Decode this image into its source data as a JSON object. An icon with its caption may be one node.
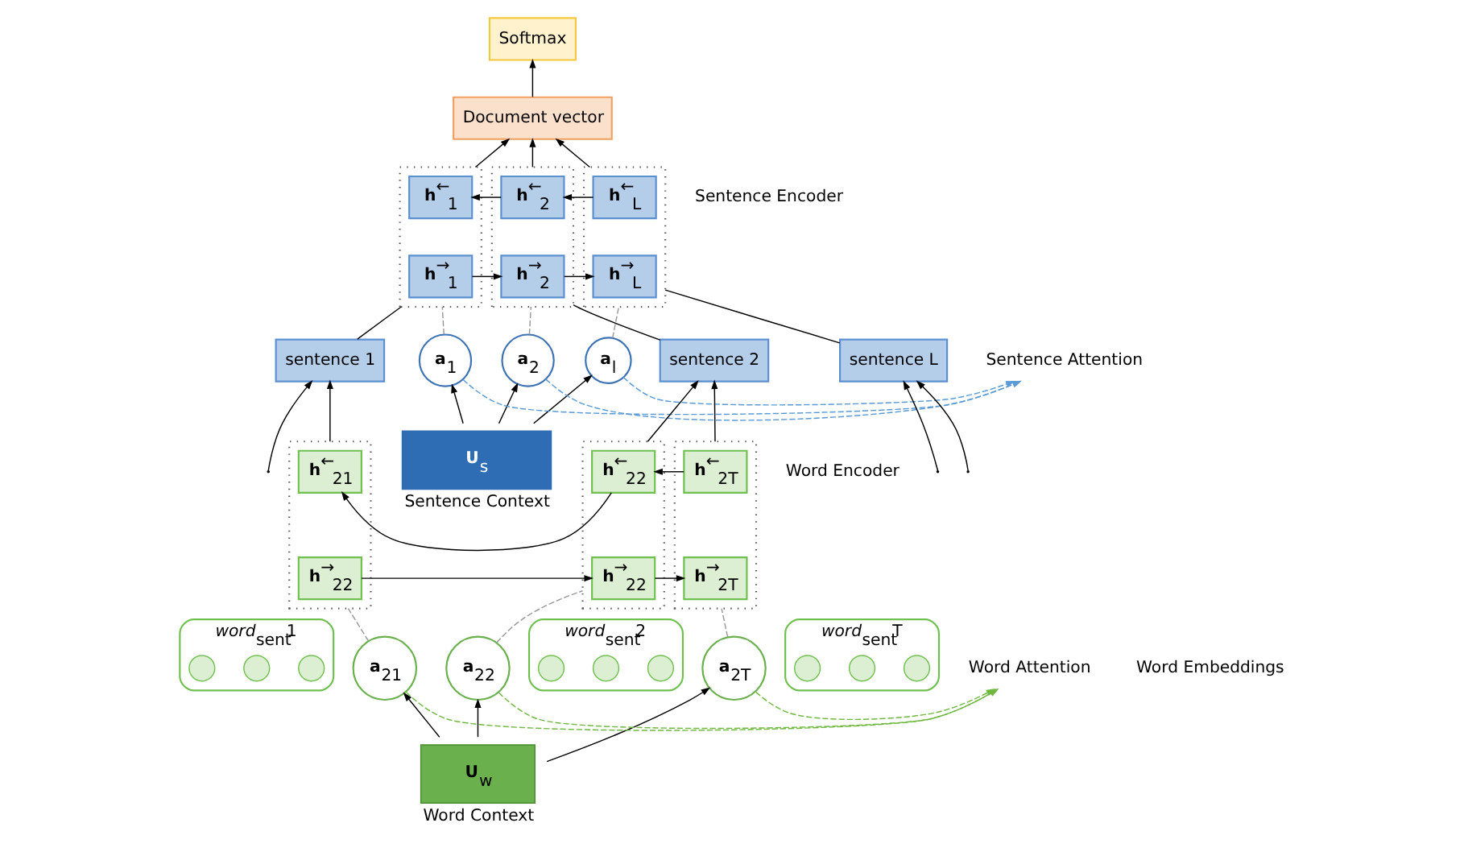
{
  "diagram": {
    "nodes": [
      {
        "text": [
          "Softmax"
        ]
      },
      {
        "text": [
          "Document vector"
        ]
      },
      {
        "text": [
          "**U**$_{s}$"
        ],
        "beside": [
          "Sentence Context"
        ]
      },
      {
        "text": [
          "**a**$_{1}$"
        ]
      },
      {
        "text": [
          "**a**$_{2}$"
        ]
      },
      {
        "text": [
          "**a**$_{l}$"
        ]
      },
      {
        "text": [],
        "shape": "box"
      },
      {
        "text": [
          "**h**$^{←}$$_{1}$"
        ],
        "in": 6
      },
      {
        "text": [
          "**h**$^{→}$$_{1}$"
        ],
        "in": 6
      },
      {
        "text": [],
        "shape": "box"
      },
      {
        "text": [
          "**h**$^{←}$$_{2}$"
        ],
        "in": 9
      },
      {
        "text": [
          "**h**$^{→}$$_{2}$"
        ],
        "in": 9
      },
      {
        "text": [],
        "shape": "box"
      },
      {
        "text": [
          "**h**$^{←}$$_{L}$"
        ],
        "in": 12
      },
      {
        "text": [
          "**h**$^{→}$$_{L}$"
        ],
        "in": 12
      },
      {
        "text": [
          "sentence 1"
        ]
      },
      {
        "text": [
          "sentence 2"
        ]
      },
      {
        "text": [
          "sentence L"
        ]
      },
      {
        "text": [
          "**U**$_{w}$"
        ],
        "beside": [
          "Word Context"
        ]
      },
      {
        "text": [
          "**a**$_{21}$"
        ]
      },
      {
        "text": [
          "**a**$_{22}$"
        ]
      },
      {
        "text": [
          "**a**$_{2T}$"
        ]
      },
      {
        "text": [],
        "shape": "box"
      },
      {
        "text": [
          "**h**$^{←}$$_{21}$"
        ],
        "in": 22
      },
      {
        "text": [
          "**h**$^{→}$$_{22}$"
        ],
        "in": 22
      },
      {
        "text": [],
        "shape": "box"
      },
      {
        "text": [
          "**h**$^{←}$$_{22}$"
        ],
        "in": 25
      },
      {
        "text": [
          "**h**$^{→}$$_{22}$"
        ],
        "in": 25
      },
      {
        "text": [],
        "shape": "box"
      },
      {
        "text": [
          "**h**$^{←}$$_{2T}$"
        ],
        "in": 28
      },
      {
        "text": [
          "**h**$^{→}$$_{2T}$"
        ],
        "in": 28
      },
      {
        "text": [],
        "shape": "box",
        "beside": [
          "*word*$_{sent}$1"
        ]
      },
      {
        "text": [],
        "shape": "circle",
        "in": 31
      },
      {
        "text": [],
        "shape": "circle",
        "in": 31
      },
      {
        "text": [],
        "shape": "circle",
        "in": 31
      },
      {
        "text": [],
        "shape": "box",
        "beside": [
          "*word*$_{sent}$2"
        ]
      },
      {
        "text": [],
        "shape": "circle",
        "in": 35
      },
      {
        "text": [],
        "shape": "circle",
        "in": 35
      },
      {
        "text": [],
        "shape": "circle",
        "in": 35
      },
      {
        "text": [],
        "shape": "box",
        "beside": [
          "*word*$_{sent}$T"
        ]
      },
      {
        "text": [],
        "shape": "circle",
        "in": 39
      },
      {
        "text": [],
        "shape": "circle",
        "in": 39
      },
      {
        "text": [],
        "shape": "circle",
        "in": 39
      },
      {
        "text": [
          "Sentence Attention"
        ]
      },
      {
        "text": [
          "Word Attention"
        ]
      }
    ],
    "edges": [
      {
        "from": 1,
        "to": 0,
        "arrow": "to"
      },
      {
        "from": 2,
        "to": 3,
        "arrow": "to"
      },
      {
        "from": 2,
        "to": 4,
        "arrow": "to"
      },
      {
        "from": 2,
        "to": 5,
        "arrow": "to"
      },
      {
        "from": 6,
        "to": 1,
        "arrow": "to"
      },
      {
        "from": 9,
        "to": 1,
        "arrow": "to"
      },
      {
        "from": 12,
        "to": 1,
        "arrow": "to"
      },
      {
        "from": 3,
        "to": 6,
        "arrow": "none",
        "style": "dashed",
        "color": "#999999"
      },
      {
        "from": 4,
        "to": 9,
        "arrow": "none",
        "style": "dashed",
        "color": "#999999"
      },
      {
        "from": 5,
        "to": 12,
        "arrow": "none",
        "style": "dashed",
        "color": "#999999"
      },
      {
        "from": 3,
        "to": 43,
        "arrow": "to",
        "style": "dashed",
        "color": "#5b9bd5"
      },
      {
        "from": 4,
        "to": 43,
        "arrow": "to",
        "style": "dashed",
        "color": "#5b9bd5"
      },
      {
        "from": 5,
        "to": 43,
        "arrow": "to",
        "style": "dashed",
        "color": "#5b9bd5"
      },
      {
        "from": 10,
        "to": 7,
        "arrow": "to"
      },
      {
        "from": 13,
        "to": 10,
        "arrow": "to"
      },
      {
        "from": 8,
        "to": 11,
        "arrow": "to"
      },
      {
        "from": 11,
        "to": 14,
        "arrow": "to"
      },
      {
        "from": 15,
        "to": 6,
        "arrow": "none"
      },
      {
        "from": 16,
        "to": 9,
        "arrow": "none"
      },
      {
        "from": 17,
        "to": 12,
        "arrow": "none"
      },
      {
        "from": 18,
        "to": 19,
        "arrow": "to"
      },
      {
        "from": 18,
        "to": 20,
        "arrow": "to"
      },
      {
        "from": 18,
        "to": 21,
        "arrow": "to"
      },
      {
        "from": null,
        "to": 15,
        "arrow": "to"
      },
      {
        "from": 22,
        "to": 15,
        "arrow": "to"
      },
      {
        "from": 25,
        "to": 16,
        "arrow": "to"
      },
      {
        "from": 28,
        "to": 16,
        "arrow": "to"
      },
      {
        "from": null,
        "to": 17,
        "arrow": "to"
      },
      {
        "from": null,
        "to": 17,
        "arrow": "to"
      },
      {
        "from": 19,
        "to": 22,
        "arrow": "none",
        "style": "dashed",
        "color": "#999999"
      },
      {
        "from": 20,
        "to": 25,
        "arrow": "none",
        "style": "dashed",
        "color": "#999999"
      },
      {
        "from": 21,
        "to": 28,
        "arrow": "none",
        "style": "dashed",
        "color": "#999999"
      },
      {
        "from": 19,
        "to": 44,
        "arrow": "to",
        "style": "dashed",
        "color": "#70b840"
      },
      {
        "from": 20,
        "to": 44,
        "arrow": "to",
        "style": "dashed",
        "color": "#70b840"
      },
      {
        "from": 21,
        "to": 44,
        "arrow": "to",
        "style": "dashed",
        "color": "#70b840"
      },
      {
        "from": 26,
        "to": 23,
        "arrow": "to"
      },
      {
        "from": 29,
        "to": 26,
        "arrow": "to"
      },
      {
        "from": 24,
        "to": 27,
        "arrow": "to"
      },
      {
        "from": 27,
        "to": 30,
        "arrow": "to"
      }
    ],
    "labels": [
      "Sentence Encoder",
      "Word Encoder",
      "Word Embeddings"
    ]
  }
}
